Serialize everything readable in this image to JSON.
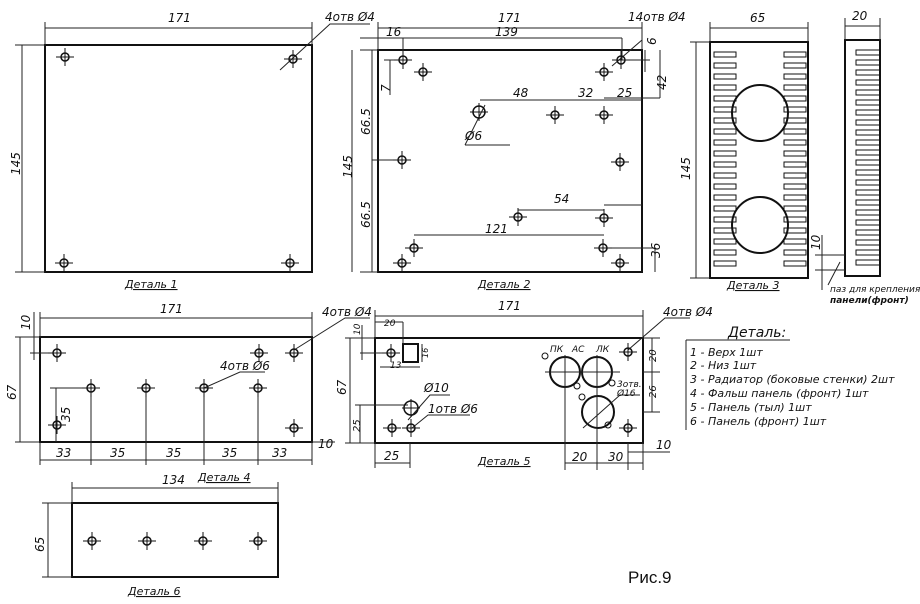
{
  "figure_label": "Рис.9",
  "detail1": {
    "label": "Деталь 1",
    "width": "171",
    "height": "145",
    "holes": "4отв Ø4"
  },
  "detail2": {
    "label": "Деталь 2",
    "width": "171",
    "d16": "16",
    "d139": "139",
    "holes": "14отв Ø4",
    "d6": "6",
    "d42": "42",
    "d7": "7",
    "d66a": "66.5",
    "d66b": "66.5",
    "height": "145",
    "d48": "48",
    "d32": "32",
    "d25": "25",
    "dia6": "Ø6",
    "d54": "54",
    "d121": "121",
    "d36": "36"
  },
  "detail3": {
    "label": "Деталь 3",
    "width": "65",
    "height": "145",
    "side_width": "20",
    "d10": "10",
    "slot_note_1": "паз для крепления",
    "slot_note_2": "панели(фронт)"
  },
  "detail4": {
    "label": "Деталь 4",
    "width": "171",
    "d10": "10",
    "height": "67",
    "d35v": "35",
    "bottom": [
      "33",
      "35",
      "35",
      "35",
      "33"
    ],
    "d10b": "10",
    "holes4": "4отв Ø4",
    "holes6": "4отв Ø6"
  },
  "detail5": {
    "label": "Деталь 5",
    "width": "171",
    "d20": "20",
    "d10": "10",
    "d16": "16",
    "d13": "13",
    "height": "67",
    "d25v": "25",
    "d25h": "25",
    "dia10": "Ø10",
    "hole6": "1отв Ø6",
    "pk": "ПК",
    "ac": "АС",
    "lk": "ЛК",
    "holes16a": "3отв.",
    "holes16b": "Ø16",
    "r20": "20",
    "r26": "26",
    "b20": "20",
    "b30": "30",
    "b10": "10",
    "holes4": "4отв Ø4"
  },
  "detail6": {
    "label": "Деталь 6",
    "width": "134",
    "height": "65"
  },
  "legend": {
    "title": "Деталь:",
    "items": [
      "1 - Верх  1шт",
      "2 - Низ  1шт",
      "3 - Радиатор (боковые стенки)  2шт",
      "4 - Фальш панель (фронт)  1шт",
      "5 - Панель (тыл)  1шт",
      "6 - Панель (фронт) 1шт"
    ]
  }
}
